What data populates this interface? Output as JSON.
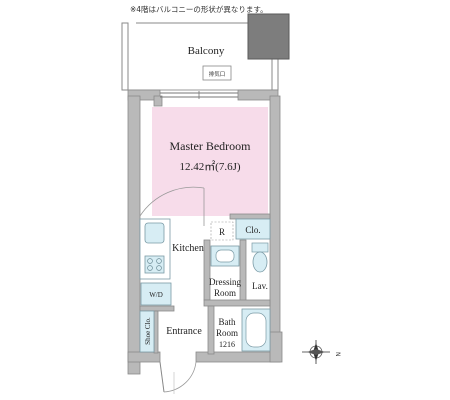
{
  "note": "※4階はバルコニーの形状が異なります。",
  "rooms": {
    "balcony": "Balcony",
    "hvac_tag": "排気口",
    "bedroom_title": "Master Bedroom",
    "bedroom_size": "12.42㎡(7.6J)",
    "closet": "Clo.",
    "refrigerator": "R",
    "kitchen": "Kitchen",
    "washer": "W/D",
    "dressing_line1": "Dressing",
    "dressing_line2": "Room",
    "lavatory": "Lav.",
    "shoe_closet": "Shoe Clo.",
    "entrance": "Entrance",
    "bath_line1": "Bath",
    "bath_line2": "Room",
    "bath_size": "1216"
  },
  "compass": {
    "north": "N"
  },
  "colors": {
    "wall": "#b9b9b9",
    "wall_edge": "#8a8a8a",
    "bedroom_fill": "#f7dcea",
    "fixture_fill": "#d7edf4",
    "fixture_stroke": "#7a9aa5",
    "ps_fill": "#7d7d7d"
  }
}
